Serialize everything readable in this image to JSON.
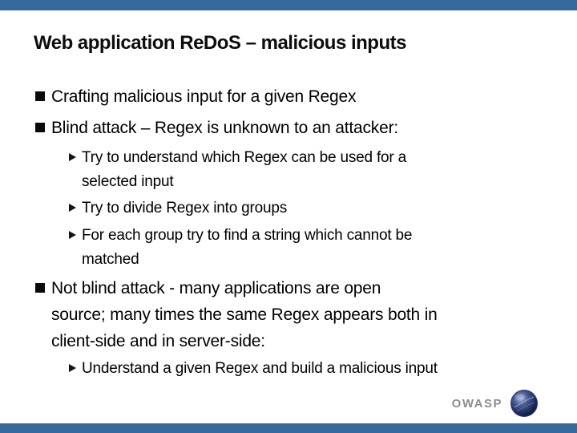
{
  "slide": {
    "title": "Web application ReDoS – malicious inputs",
    "accent_color": "#35689B",
    "bullet_color": "#0A0A0A",
    "text_color": "#000000",
    "bullets": [
      {
        "level": 1,
        "lines": [
          "Crafting malicious input for a given Regex"
        ]
      },
      {
        "level": 1,
        "lines": [
          "Blind attack – Regex is unknown to an attacker:"
        ]
      },
      {
        "level": 2,
        "lines": [
          "Try to understand which Regex can be used for a",
          "selected input"
        ]
      },
      {
        "level": 2,
        "lines": [
          "Try to divide Regex into groups"
        ]
      },
      {
        "level": 2,
        "lines": [
          "For each group try to find a string which cannot be",
          "matched"
        ]
      },
      {
        "level": 1,
        "lines": [
          "Not blind attack - many applications are open",
          "source; many times the same Regex appears both in",
          "client-side and in server-side:"
        ]
      },
      {
        "level": 2,
        "lines": [
          "Understand a given Regex and build a malicious input"
        ]
      }
    ],
    "footer": {
      "brand": "OWASP",
      "brand_color": "#8A8C8F"
    }
  }
}
